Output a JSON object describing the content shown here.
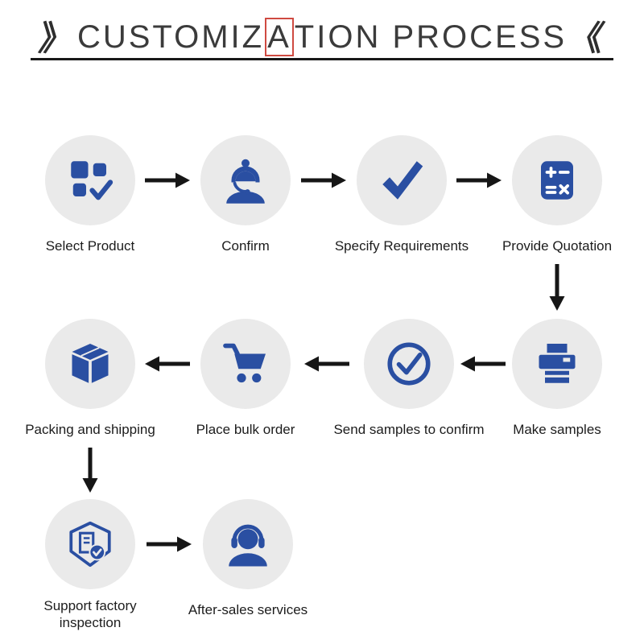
{
  "title": {
    "left_mark": "》",
    "part1": "CUSTOMIZ",
    "highlighted_letter": "A",
    "part2": "TION PROCESS",
    "right_mark": "《"
  },
  "colors": {
    "icon_blue": "#2a4fa2",
    "circle_background": "#eaeaea",
    "arrow_black": "#161616",
    "title_text": "#3b3b3b",
    "highlight_box": "#cf4a41"
  },
  "steps": [
    {
      "label": "Select Product",
      "icon": "product-grid-check-icon"
    },
    {
      "label": "Confirm",
      "icon": "customer-service-agent-icon"
    },
    {
      "label": "Specify Requirements",
      "icon": "bold-checkmark-icon"
    },
    {
      "label": "Provide Quotation",
      "icon": "calculator-icon"
    },
    {
      "label": "Make samples",
      "icon": "printer-icon"
    },
    {
      "label": "Send samples to confirm",
      "icon": "circle-check-icon"
    },
    {
      "label": "Place bulk order",
      "icon": "shopping-cart-icon"
    },
    {
      "label": "Packing and shipping",
      "icon": "package-box-icon"
    },
    {
      "label": "Support factory inspection",
      "icon": "inspection-badge-icon"
    },
    {
      "label": "After-sales services",
      "icon": "headset-support-icon"
    }
  ]
}
